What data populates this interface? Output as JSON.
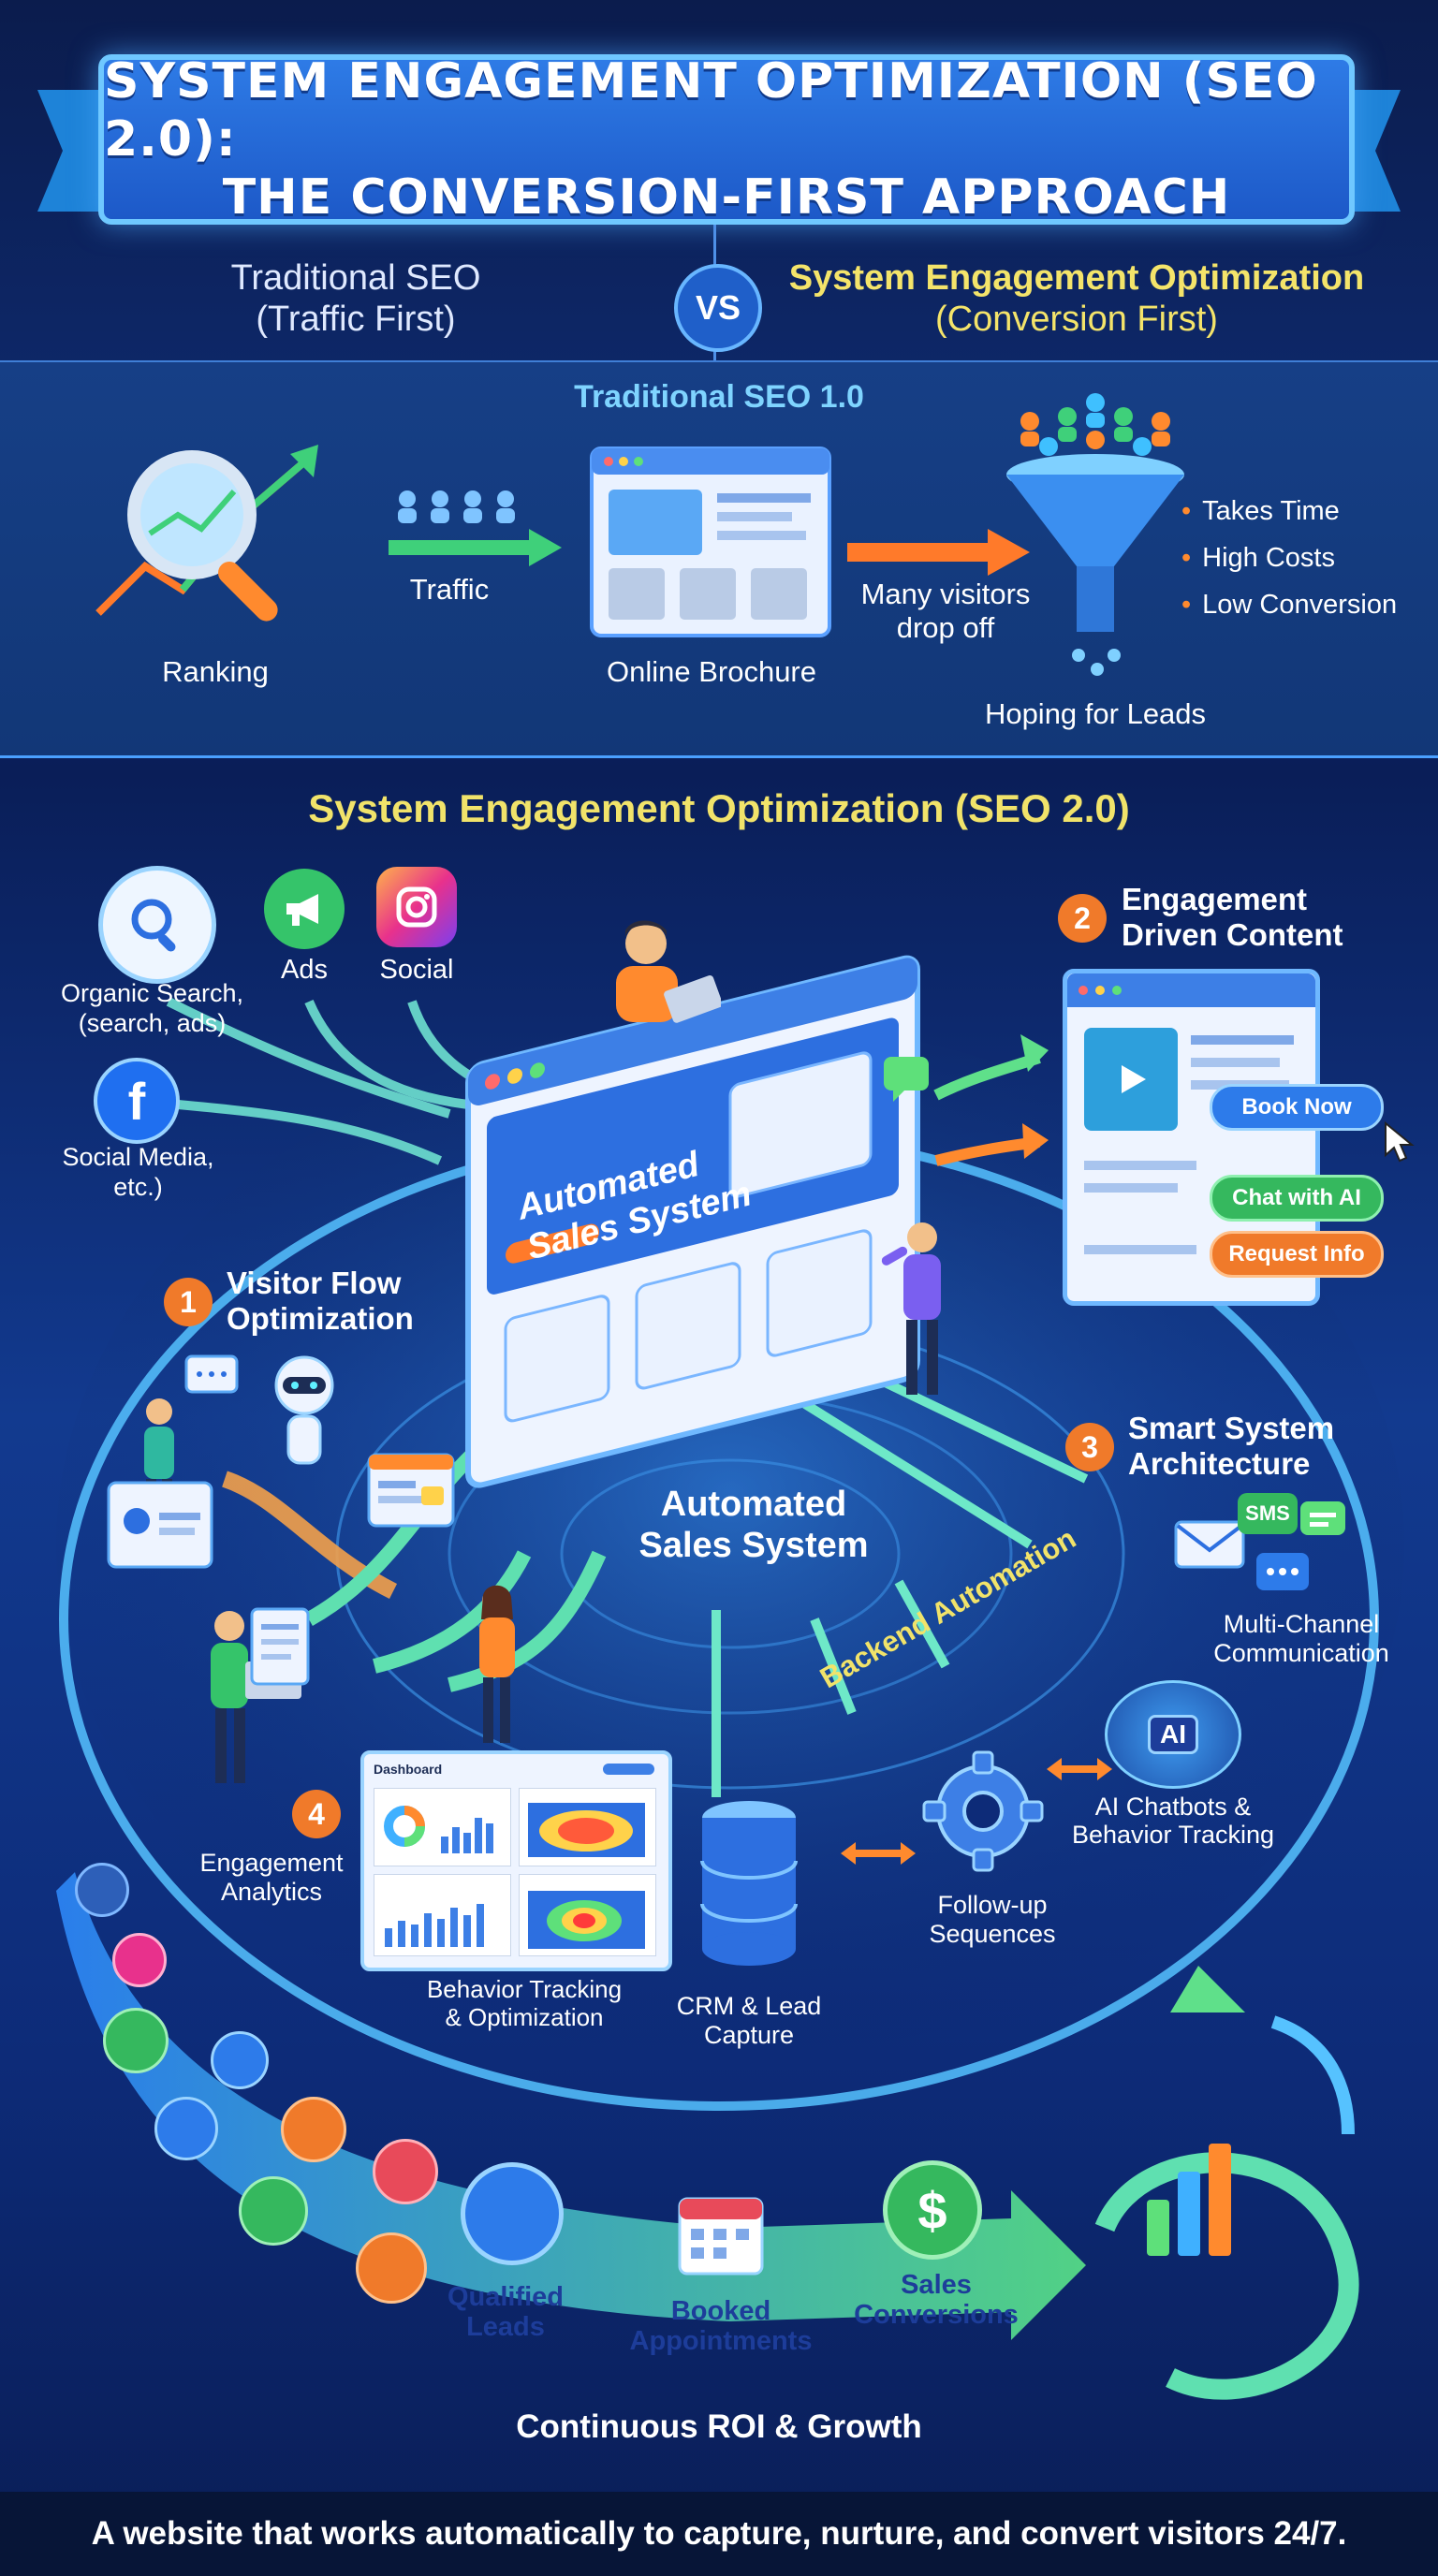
{
  "title": {
    "line1": "SYSTEM ENGAGEMENT OPTIMIZATION (SEO 2.0):",
    "line2": "THE CONVERSION-FIRST APPROACH"
  },
  "comparison": {
    "left_title": "Traditional SEO",
    "left_sub": "(Traffic First)",
    "vs": "VS",
    "right_title": "System Engagement Optimization",
    "right_sub": "(Conversion First)"
  },
  "traditional": {
    "heading": "Traditional SEO 1.0",
    "ranking": "Ranking",
    "traffic": "Traffic",
    "brochure": "Online Brochure",
    "dropoff_line1": "Many visitors",
    "dropoff_line2": "drop off",
    "hoping": "Hoping for Leads",
    "bullets": [
      "Takes Time",
      "High Costs",
      "Low Conversion"
    ]
  },
  "seo2": {
    "heading": "System Engagement Optimization (SEO 2.0)",
    "sources": {
      "organic_line1": "Organic Search,",
      "organic_line2": "(search, ads)",
      "ads": "Ads",
      "social": "Social",
      "social_media_line1": "Social Media,",
      "social_media_line2": "etc.)"
    },
    "screen_text_line1": "Automated",
    "screen_text_line2": "Sales System",
    "center_label_line1": "Automated",
    "center_label_line2": "Sales System",
    "backend": "Backend Automation",
    "step1": {
      "num": "1",
      "line1": "Visitor Flow",
      "line2": "Optimization"
    },
    "step2": {
      "num": "2",
      "line1": "Engagement",
      "line2": "Driven Content"
    },
    "step3": {
      "num": "3",
      "line1": "Smart System",
      "line2": "Architecture"
    },
    "step4": {
      "num": "4",
      "line1": "Engagement",
      "line2": "Analytics"
    },
    "buttons": {
      "book": "Book Now",
      "chat": "Chat with AI",
      "request": "Request Info"
    },
    "multichannel_line1": "Multi-Channel",
    "multichannel_line2": "Communication",
    "sms": "SMS",
    "ai": "AI",
    "ai_chatbots_line1": "AI Chatbots &",
    "ai_chatbots_line2": "Behavior Tracking",
    "followup_line1": "Follow-up",
    "followup_line2": "Sequences",
    "crm_line1": "CRM & Lead",
    "crm_line2": "Capture",
    "behavior_line1": "Behavior Tracking",
    "behavior_line2": "& Optimization",
    "dashboard": "Dashboard"
  },
  "funnel": {
    "qualified_line1": "Qualified",
    "qualified_line2": "Leads",
    "booked_line1": "Booked",
    "booked_line2": "Appointments",
    "sales_line1": "Sales",
    "sales_line2": "Conversions",
    "roi": "Continuous ROI & Growth"
  },
  "footer": "A website that works automatically to capture, nurture, and convert visitors 24/7.",
  "colors": {
    "accent_orange": "#f07a2a",
    "accent_yellow": "#f1e36a",
    "accent_green": "#35c46a",
    "accent_blue": "#2e7be6"
  }
}
